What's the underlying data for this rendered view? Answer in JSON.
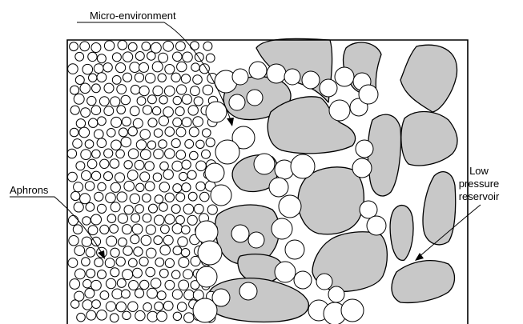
{
  "labels": {
    "micro_environment": "Micro-environment",
    "aphrons": "Aphrons",
    "low_pressure_reservoir": [
      "Low",
      "pressure",
      "reservoir"
    ]
  },
  "colors": {
    "rock": "#c8c8c8",
    "outline": "#000000",
    "bubble_fill": "#ffffff"
  }
}
